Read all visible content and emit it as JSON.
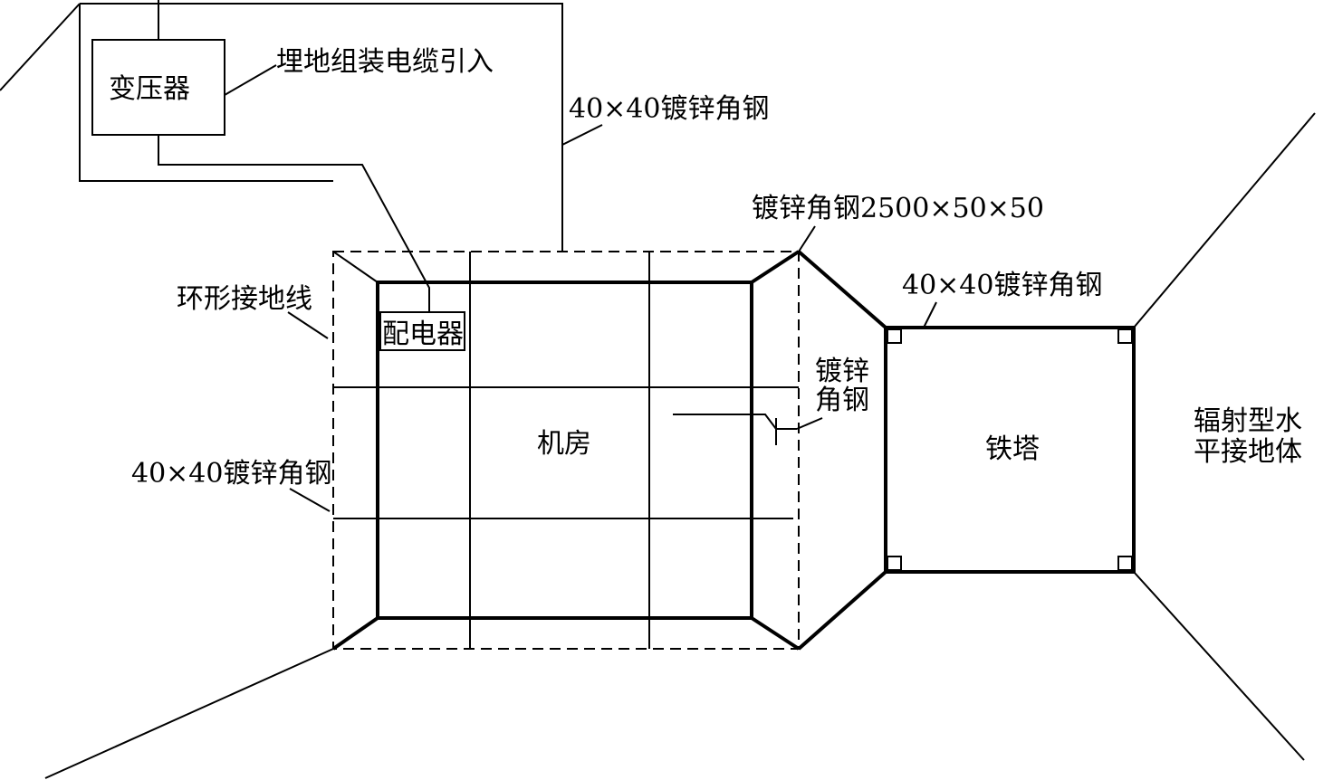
{
  "labels": {
    "transformer": "变压器",
    "buried_cable": "埋地组装电缆引入",
    "angle_steel_top": "40×40镀锌角钢",
    "angle_steel_2500": "镀锌角钢2500×50×50",
    "angle_steel_tower": "40×40镀锌角钢",
    "ring_ground": "环形接地线",
    "distributor": "配电器",
    "angle_steel_small_1": "镀锌",
    "angle_steel_small_2": "角钢",
    "machine_room": "机房",
    "tower": "铁塔",
    "angle_steel_left": "40×40镀锌角钢",
    "radial_1": "辐射型水",
    "radial_2": "平接地体"
  }
}
